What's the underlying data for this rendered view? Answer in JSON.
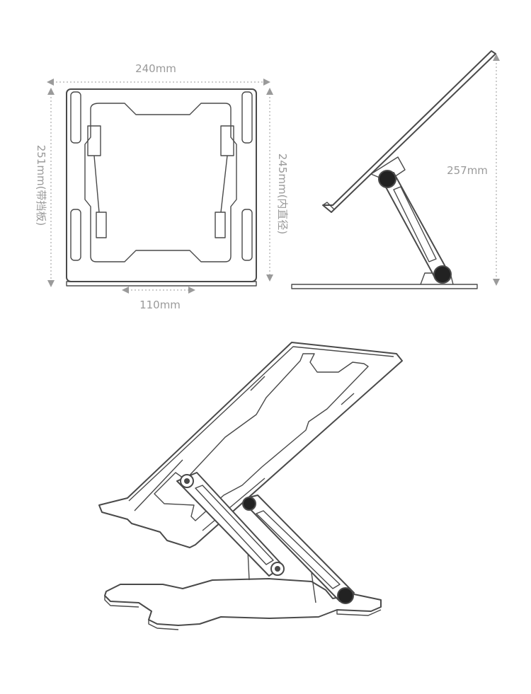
{
  "colors": {
    "line": "#4a4a4a",
    "dimension": "#9a9a9a",
    "knob": "#222222",
    "background": "#ffffff"
  },
  "dimensions": {
    "top_width": "240mm",
    "base_width": "110mm",
    "left_height": "251mm(带挡板)",
    "inner_height": "245mm(内直径)",
    "side_height": "257mm"
  }
}
